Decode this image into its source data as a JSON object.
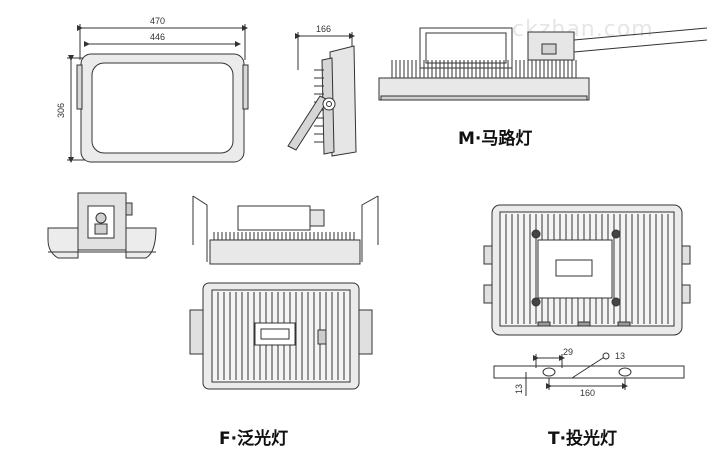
{
  "watermark": "ckzhan.com",
  "captions": {
    "m": "M·马路灯",
    "f": "F·泛光灯",
    "t": "T·投光灯"
  },
  "dimensions": {
    "outer_width": "470",
    "inner_width": "446",
    "height": "306",
    "depth": "166",
    "bracket_29": "29",
    "hole_13": "13",
    "spacing_160": "160",
    "thickness_13": "13"
  },
  "colors": {
    "line": "#333333",
    "fill": "#ededed",
    "fill_dark": "#d4d4d4",
    "text": "#111111"
  }
}
